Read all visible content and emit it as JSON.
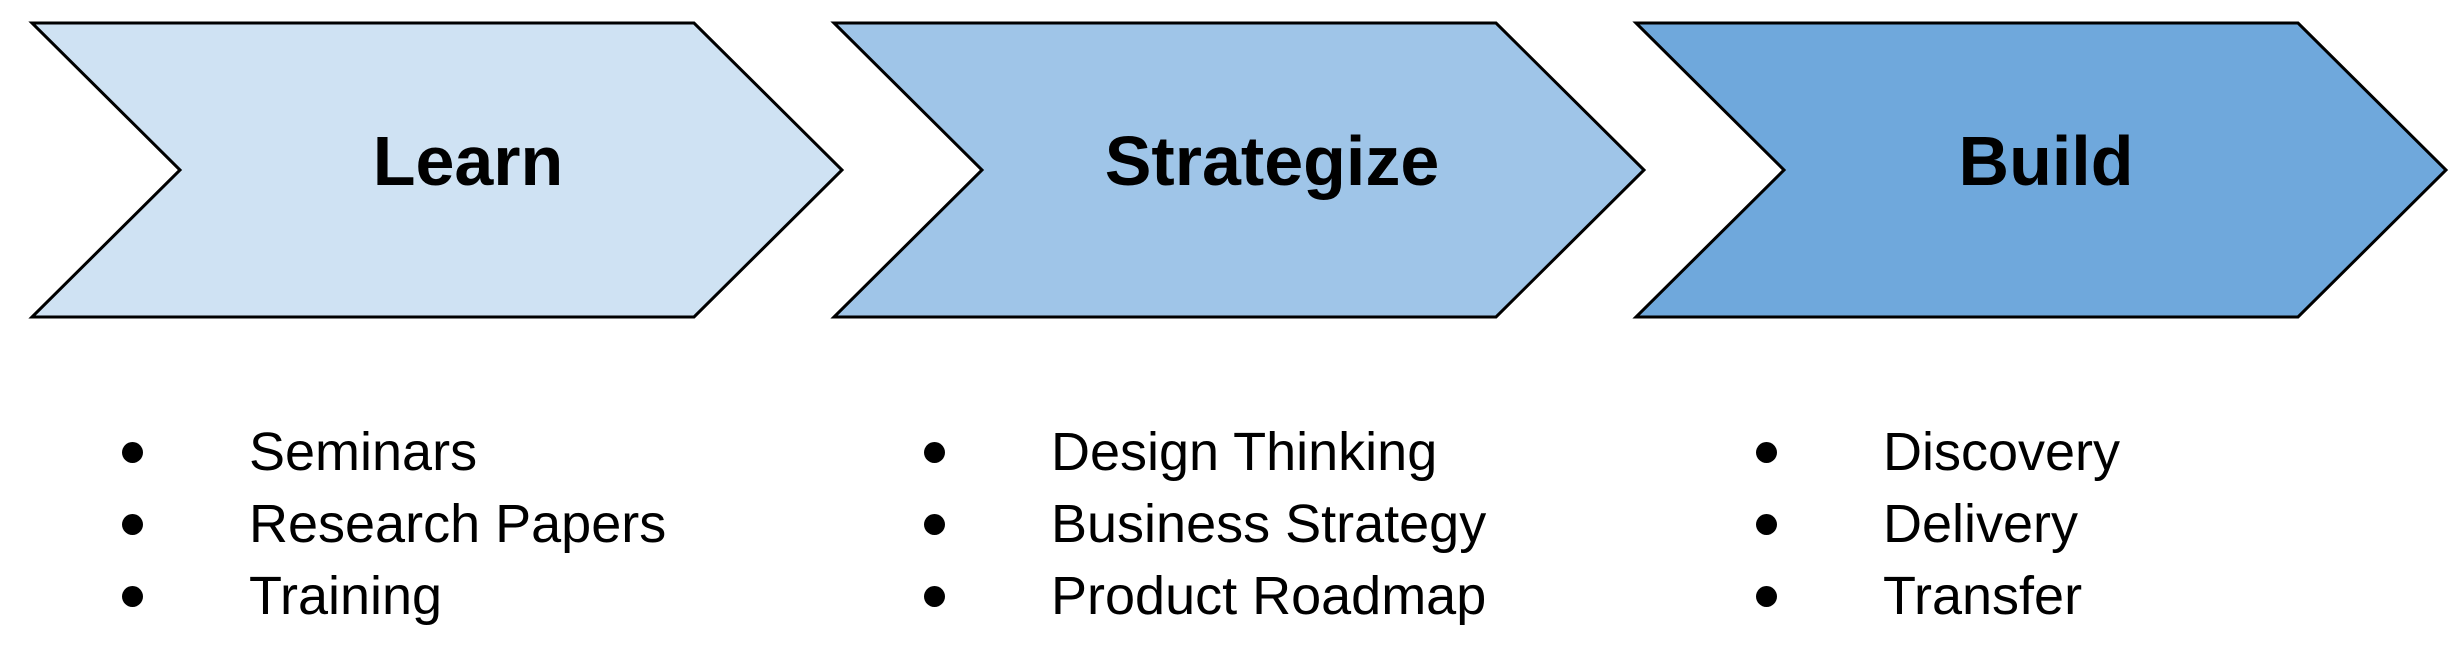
{
  "stages": [
    {
      "title": "Learn",
      "fill": "#cfe2f3",
      "items": [
        "Seminars",
        "Research Papers",
        "Training"
      ]
    },
    {
      "title": "Strategize",
      "fill": "#9fc5e8",
      "items": [
        "Design Thinking",
        "Business Strategy",
        "Product Roadmap"
      ]
    },
    {
      "title": "Build",
      "fill": "#6fa8dc",
      "items": [
        "Discovery",
        "Delivery",
        "Transfer"
      ]
    }
  ],
  "colors": {
    "outline": "#000000",
    "text": "#000000",
    "background": "#ffffff"
  }
}
